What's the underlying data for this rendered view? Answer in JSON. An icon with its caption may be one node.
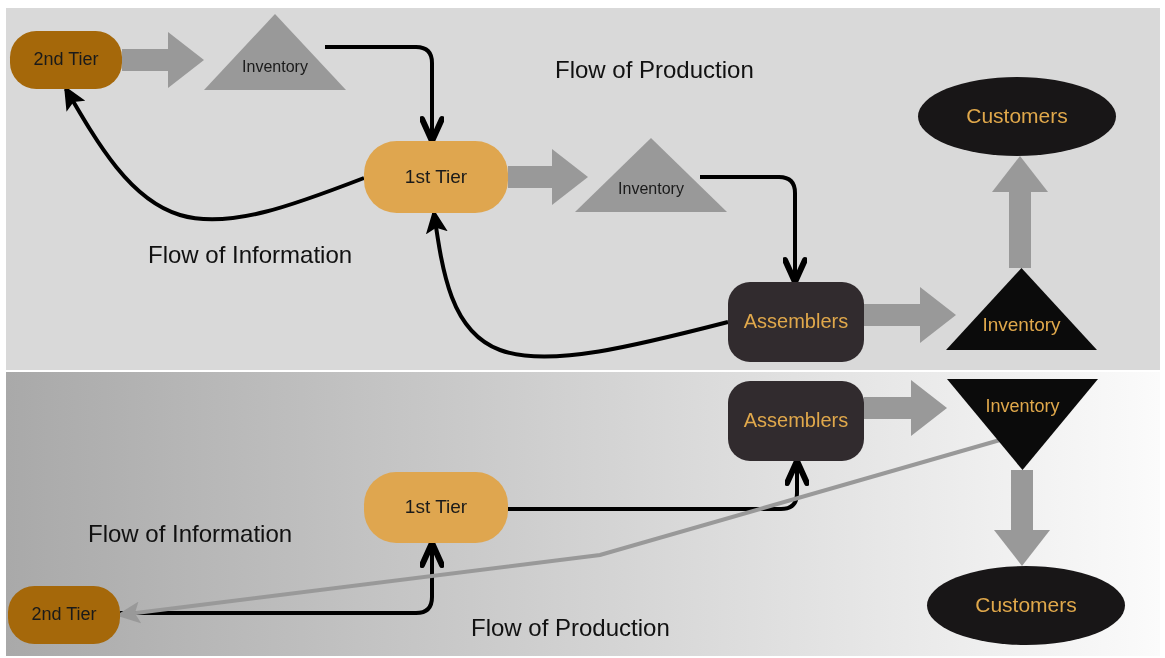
{
  "diagram": {
    "nodes": [
      {
        "text": [
          "2nd Tier"
        ]
      },
      {
        "text": [
          "Inventory"
        ]
      },
      {
        "text": [
          "1st Tier"
        ]
      },
      {
        "text": [
          "Inventory"
        ]
      },
      {
        "text": [
          "Assemblers"
        ]
      },
      {
        "text": [
          "Inventory"
        ]
      },
      {
        "text": [
          "Customers"
        ]
      },
      {
        "text": [
          "Assemblers"
        ]
      },
      {
        "text": [
          "Inventory"
        ]
      },
      {
        "text": [
          "Customers"
        ]
      },
      {
        "text": [
          "1st Tier"
        ]
      },
      {
        "text": [
          "2nd Tier"
        ]
      }
    ],
    "edges": [
      {
        "from": 0,
        "to": 1,
        "arrow": "to",
        "style": "thick",
        "color": "#999999"
      },
      {
        "from": 1,
        "to": 2,
        "arrow": "to",
        "color": "#000000"
      },
      {
        "from": 2,
        "to": 0,
        "arrow": "to",
        "color": "#000000"
      },
      {
        "from": 2,
        "to": 3,
        "arrow": "to",
        "style": "thick",
        "color": "#999999"
      },
      {
        "from": 3,
        "to": 4,
        "arrow": "to",
        "color": "#000000"
      },
      {
        "from": 4,
        "to": 2,
        "arrow": "to",
        "color": "#000000"
      },
      {
        "from": 4,
        "to": 5,
        "arrow": "to",
        "style": "thick",
        "color": "#999999"
      },
      {
        "from": 5,
        "to": 6,
        "arrow": "to",
        "style": "thick",
        "color": "#999999"
      },
      {
        "from": 7,
        "to": 8,
        "arrow": "to",
        "style": "thick",
        "color": "#999999"
      },
      {
        "from": 8,
        "to": 9,
        "arrow": "to",
        "style": "thick",
        "color": "#999999"
      },
      {
        "from": 10,
        "to": 7,
        "arrow": "to",
        "color": "#000000"
      },
      {
        "from": 11,
        "to": 10,
        "arrow": "to",
        "color": "#000000"
      },
      {
        "from": 8,
        "to": 11,
        "arrow": "to",
        "color": "#999999"
      }
    ],
    "labels": [
      "Flow of Production",
      "Flow of Information",
      "Flow of Information",
      "Flow of Production"
    ]
  }
}
